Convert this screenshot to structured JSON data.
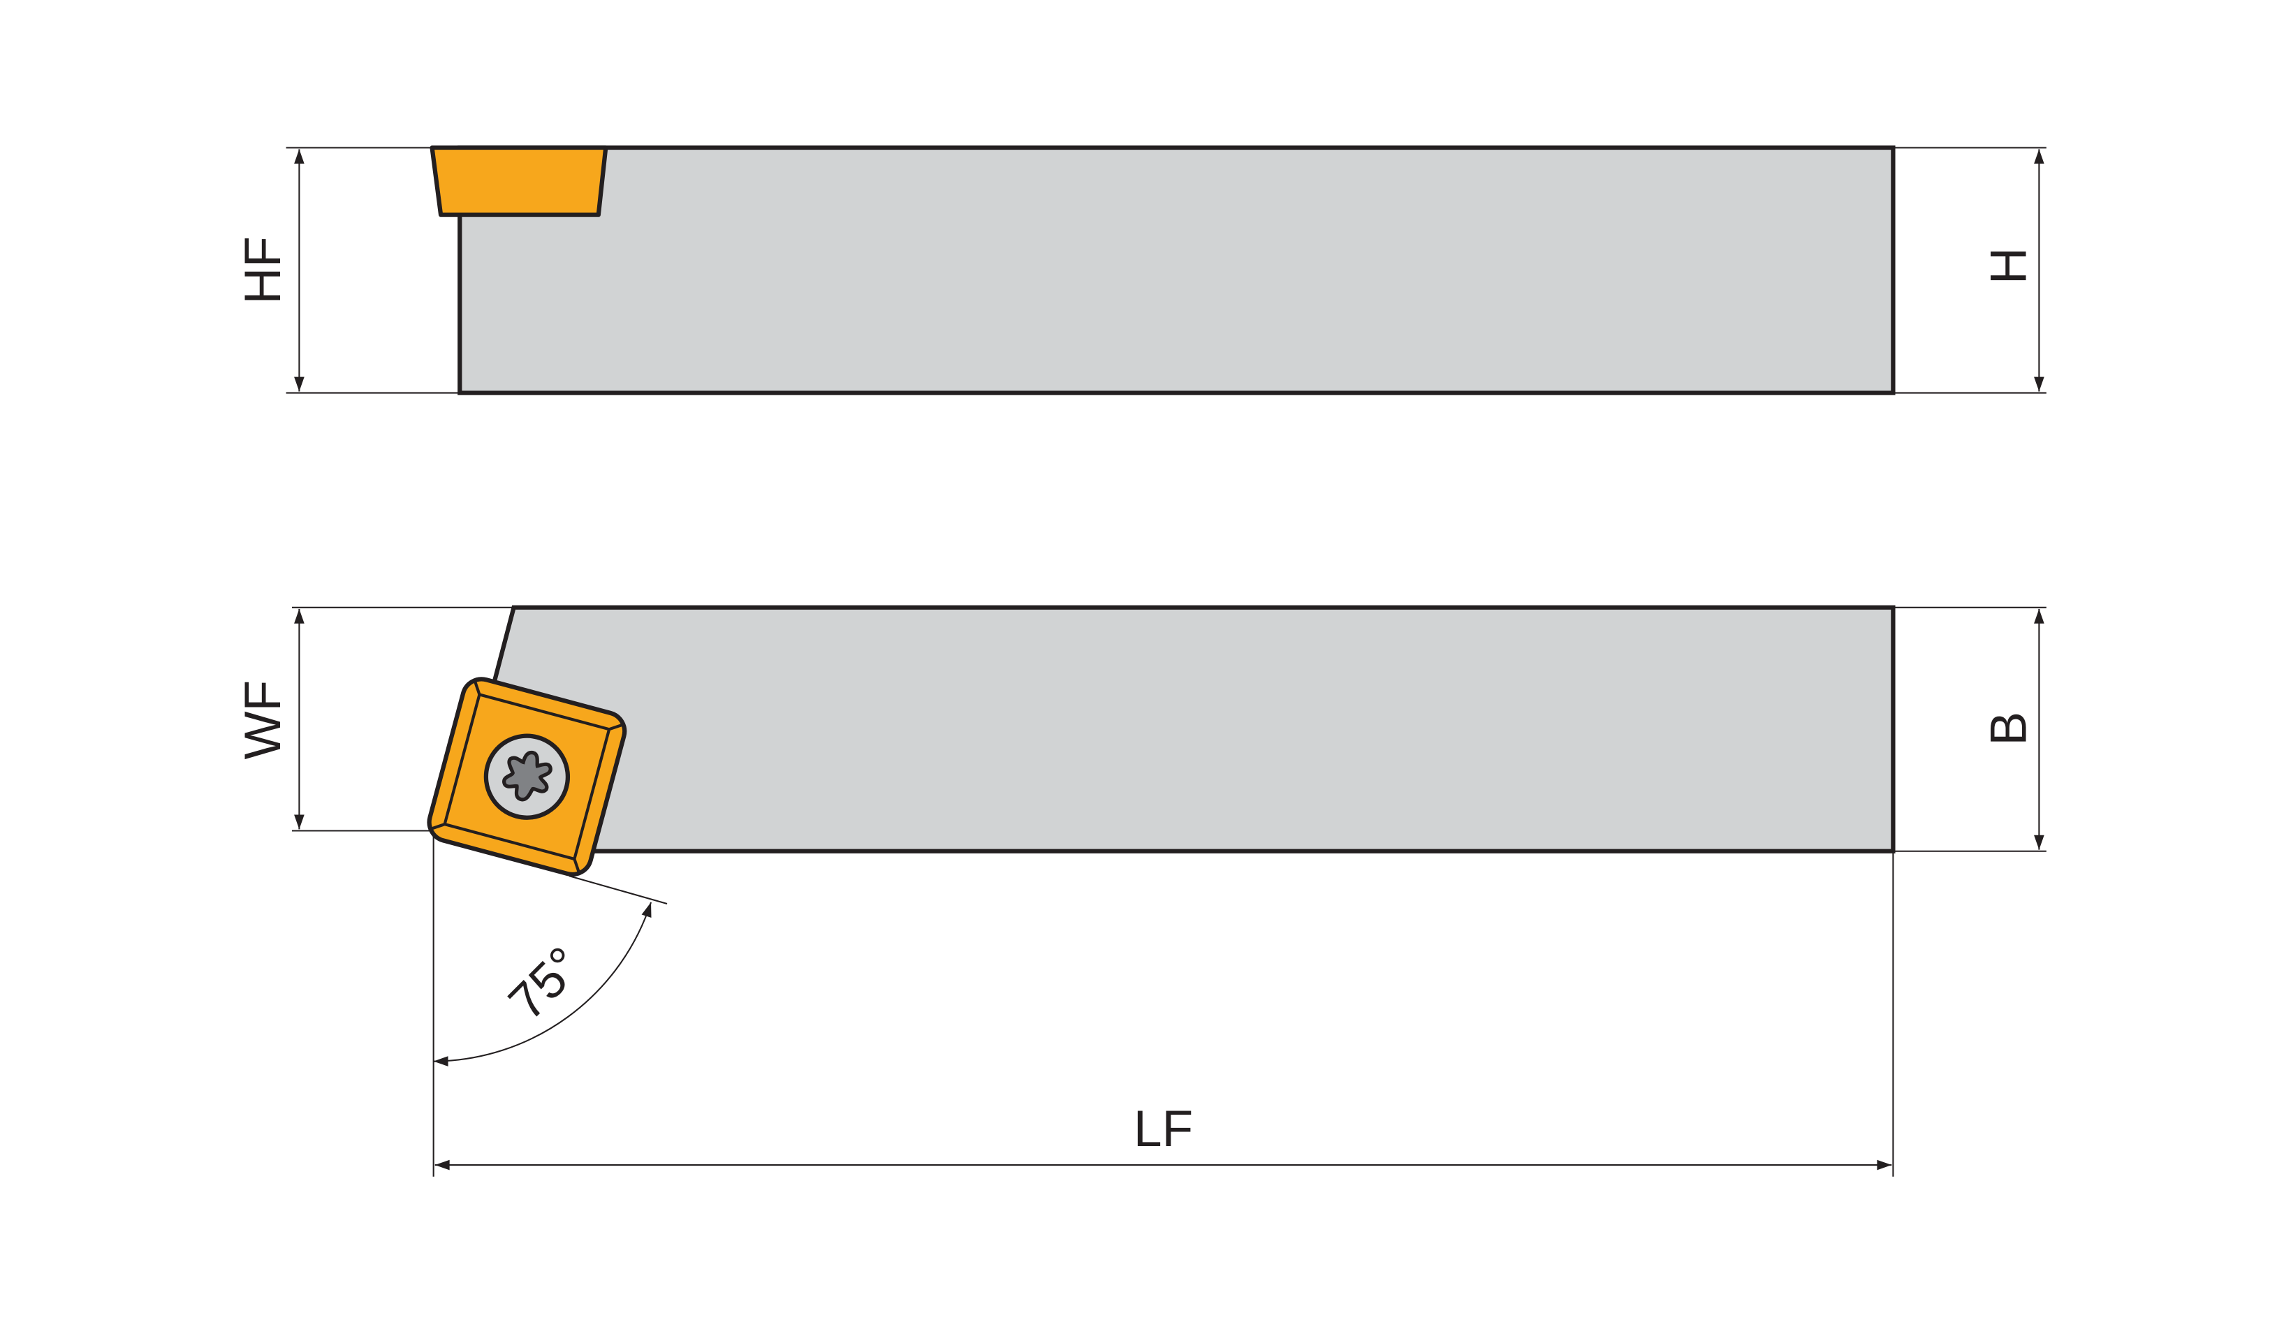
{
  "labels": {
    "hf": "HF",
    "h": "H",
    "wf": "WF",
    "b": "B",
    "lf": "LF",
    "angle": "75°"
  },
  "colors": {
    "body": "#d1d3d4",
    "insert": "#f7a71c",
    "outline": "#231f20",
    "screw": "#d1d3d4",
    "torx": "#808285"
  }
}
